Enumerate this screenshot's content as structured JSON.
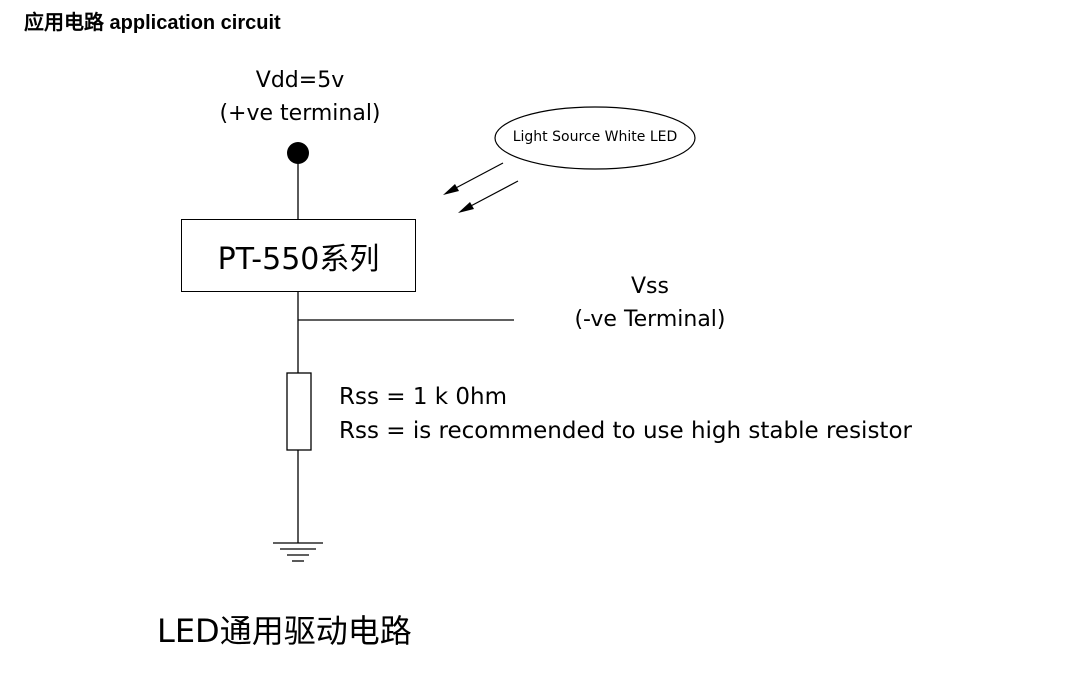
{
  "heading": "应用电路  application circuit",
  "supply": {
    "label": "Vdd=5v",
    "terminal": "(+ve terminal)"
  },
  "ic": {
    "label": "PT-550系列"
  },
  "light_source": {
    "label": "Light Source White LED"
  },
  "output": {
    "label": "Vss",
    "terminal": "(-ve Terminal)"
  },
  "resistor": {
    "value": "Rss = 1 k 0hm",
    "note": "Rss = is recommended to use high stable resistor"
  },
  "caption": "LED通用驱动电路"
}
